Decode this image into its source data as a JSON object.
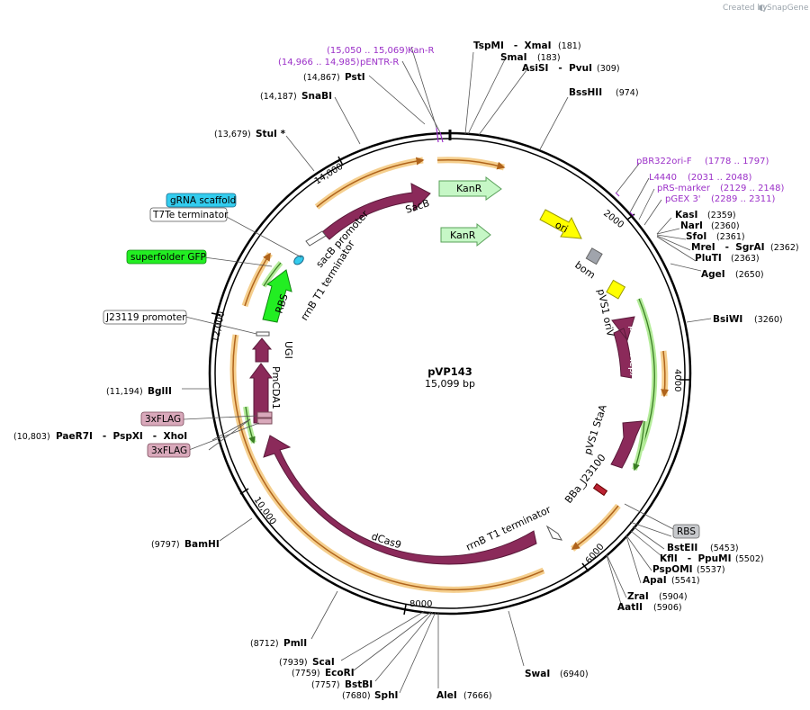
{
  "plasmid": {
    "name": "pVP143",
    "length_label": "15,099 bp"
  },
  "watermark": {
    "created_by": "Created by",
    "brand": "SnapGene"
  },
  "ticks": [
    "2000",
    "4000",
    "6000",
    "8000",
    "10,000",
    "12,000",
    "14,000"
  ],
  "restriction_sites": [
    {
      "pos": "(181)",
      "name": "TspMI   -  XmaI"
    },
    {
      "pos": "(183)",
      "name": "SmaI"
    },
    {
      "pos": "(309)",
      "name": "AsiSI   -  PvuI"
    },
    {
      "pos": "(974)",
      "name": "BssHII"
    },
    {
      "pos": "(2359)",
      "name": "KasI"
    },
    {
      "pos": "(2360)",
      "name": "NarI"
    },
    {
      "pos": "(2361)",
      "name": "SfoI"
    },
    {
      "pos": "(2362)",
      "name": "MreI   -  SgrAI"
    },
    {
      "pos": "(2363)",
      "name": "PluTI"
    },
    {
      "pos": "(2650)",
      "name": "AgeI"
    },
    {
      "pos": "(3260)",
      "name": "BsiWI"
    },
    {
      "pos": "(5453)",
      "name": "BstEII"
    },
    {
      "pos": "(5502)",
      "name": "KflI   -  PpuMI"
    },
    {
      "pos": "(5537)",
      "name": "PspOMI"
    },
    {
      "pos": "(5541)",
      "name": "ApaI"
    },
    {
      "pos": "(5904)",
      "name": "ZraI"
    },
    {
      "pos": "(5906)",
      "name": "AatII"
    },
    {
      "pos": "(6940)",
      "name": "SwaI"
    },
    {
      "pos": "(7666)",
      "name": "AleI"
    },
    {
      "pos": "(7680)",
      "name": "SphI"
    },
    {
      "pos": "(7757)",
      "name": "BstBI"
    },
    {
      "pos": "(7759)",
      "name": "EcoRI"
    },
    {
      "pos": "(7939)",
      "name": "ScaI"
    },
    {
      "pos": "(8712)",
      "name": "PmlI"
    },
    {
      "pos": "(9797)",
      "name": "BamHI"
    },
    {
      "pos": "(10,803)",
      "name": "PaeR7I   -  PspXI   -  XhoI"
    },
    {
      "pos": "(11,194)",
      "name": "BglII"
    },
    {
      "pos": "(13,679)",
      "name": "StuI *"
    },
    {
      "pos": "(14,187)",
      "name": "SnaBI"
    },
    {
      "pos": "(14,867)",
      "name": "PstI"
    }
  ],
  "primers": [
    {
      "pos": "(15,050 .. 15,069)",
      "name": "Kan-R"
    },
    {
      "pos": "(14,966 .. 14,985)",
      "name": "pENTR-R"
    },
    {
      "pos": "(1778 .. 1797)",
      "name": "pBR322ori-F"
    },
    {
      "pos": "(2031 .. 2048)",
      "name": "L4440"
    },
    {
      "pos": "(2129 .. 2148)",
      "name": "pRS-marker"
    },
    {
      "pos": "(2289 .. 2311)",
      "name": "pGEX 3'"
    }
  ],
  "boxed_features": [
    {
      "name": "gRNA scaffold",
      "color": "#33ccee"
    },
    {
      "name": "T7Te terminator",
      "color": "#ffffff"
    },
    {
      "name": "superfolder GFP",
      "color": "#22ee22"
    },
    {
      "name": "J23119 promoter",
      "color": "#ffffff"
    },
    {
      "name": "3xFLAG",
      "color": "#d9a9bb"
    },
    {
      "name": "3xFLAG",
      "color": "#d9a9bb"
    },
    {
      "name": "RBS",
      "color": "#c7c9cc"
    }
  ],
  "features": [
    {
      "name": "SacB",
      "color": "#8b2a5a"
    },
    {
      "name": "KanR",
      "color": "#c6f7c6"
    },
    {
      "name": "KanR",
      "color": "#c6f7c6"
    },
    {
      "name": "ori",
      "color": "#ffff00"
    },
    {
      "name": "bom",
      "color": "#a0a4ac"
    },
    {
      "name": "pVS1 oriV",
      "color": "#ffff00"
    },
    {
      "name": "pVS1 RepA",
      "color": "#8b2a5a"
    },
    {
      "name": "pVS1 StaA",
      "color": "#8b2a5a"
    },
    {
      "name": "BBa_J23100",
      "color": "#ffffff"
    },
    {
      "name": "rrnB T1 terminator",
      "color": "#ffffff"
    },
    {
      "name": "dCas9",
      "color": "#8b2a5a"
    },
    {
      "name": "PmCDA1",
      "color": "#8b2a5a"
    },
    {
      "name": "UGI",
      "color": "#8b2a5a"
    },
    {
      "name": "RBS",
      "color": "#ffffff"
    },
    {
      "name": "rrnB T1 terminator",
      "color": "#ffffff"
    },
    {
      "name": "sacB promoter",
      "color": "#ffffff"
    }
  ],
  "colors": {
    "feature": "#8b2a5a",
    "orf": "#e8a040",
    "primer": "#9b30c8"
  }
}
